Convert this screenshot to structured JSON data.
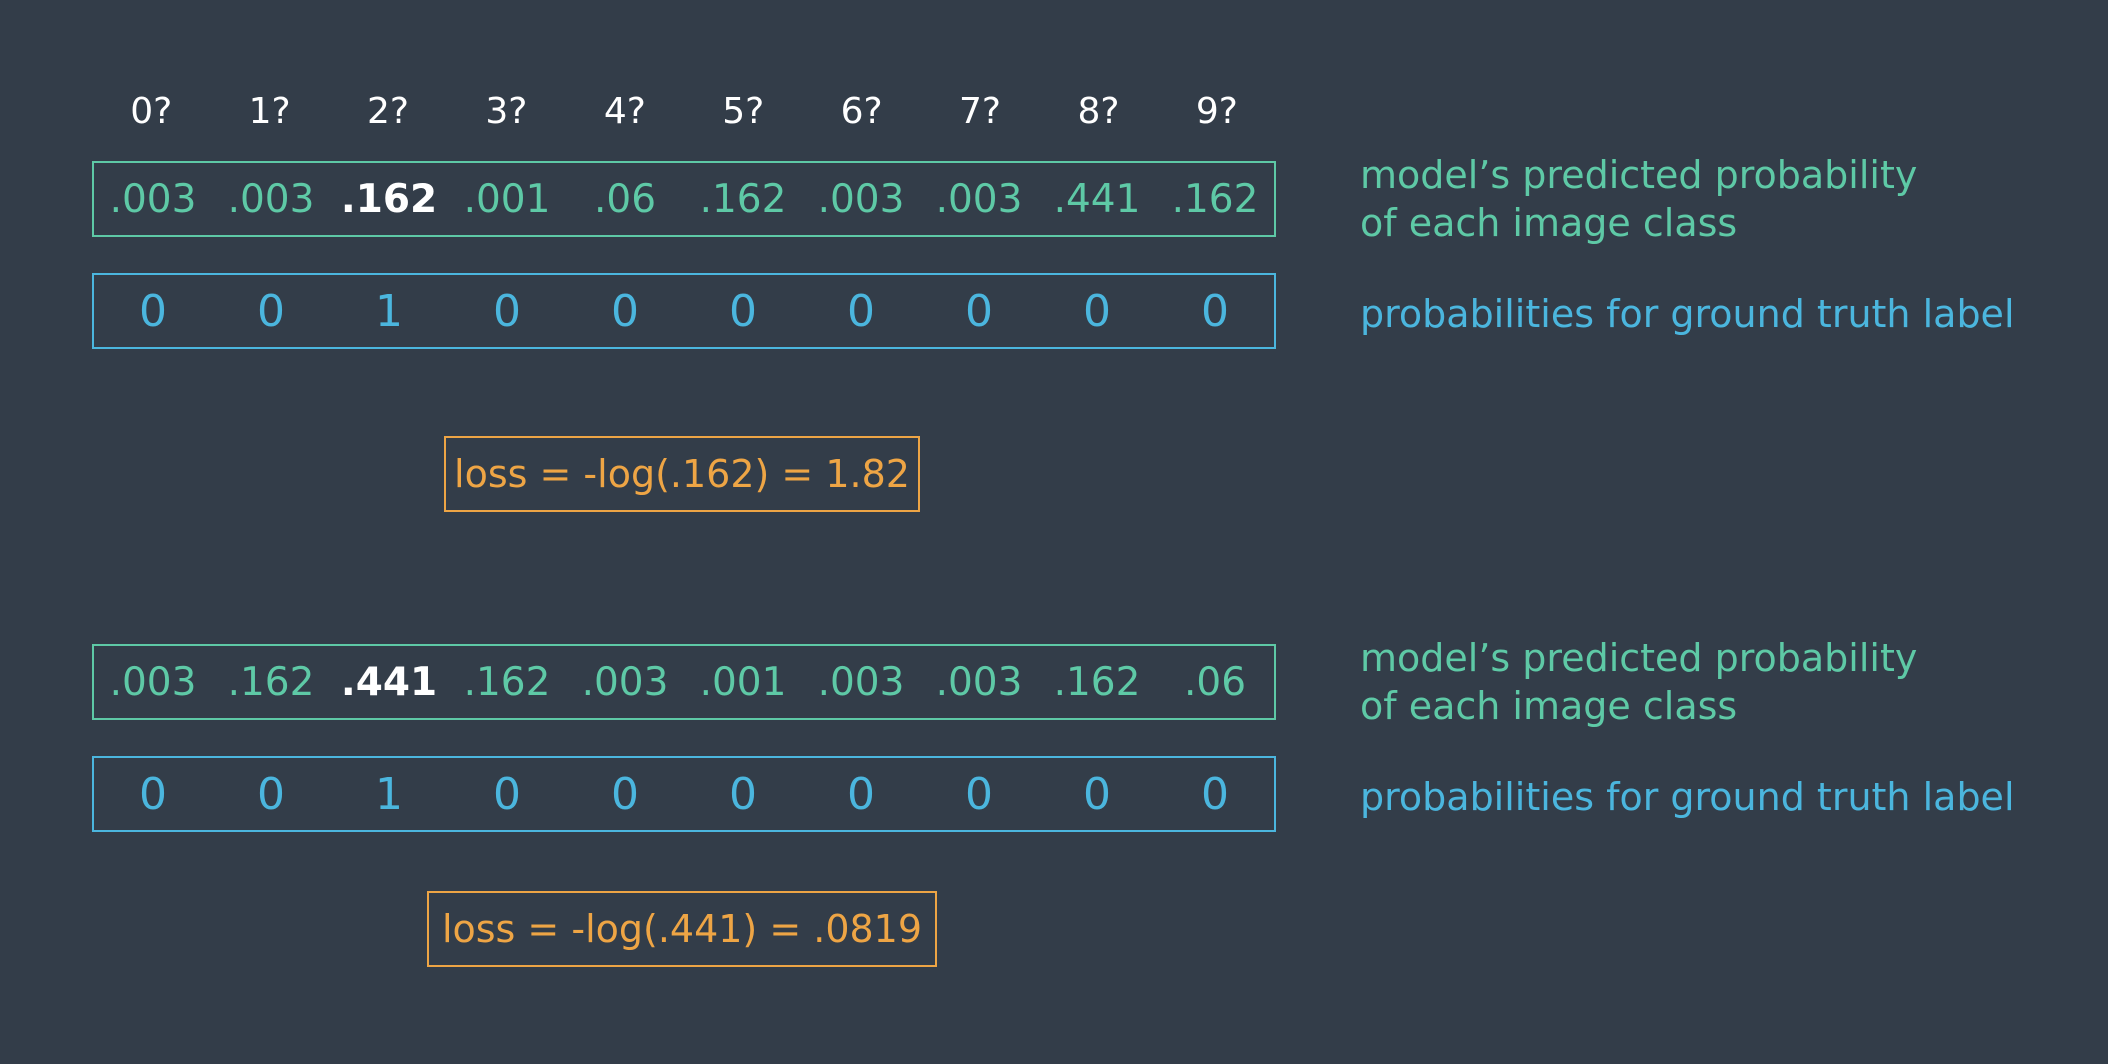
{
  "class_labels": [
    "0?",
    "1?",
    "2?",
    "3?",
    "4?",
    "5?",
    "6?",
    "7?",
    "8?",
    "9?"
  ],
  "example1": {
    "predicted": [
      ".003",
      ".003",
      ".162",
      ".001",
      ".06",
      ".162",
      ".003",
      ".003",
      ".441",
      ".162"
    ],
    "highlight_index": 2,
    "truth": [
      "0",
      "0",
      "1",
      "0",
      "0",
      "0",
      "0",
      "0",
      "0",
      "0"
    ],
    "pred_label_line1": "model’s predicted probability",
    "pred_label_line2": "of each image class",
    "truth_label": "probabilities for ground truth label",
    "loss": "loss = -log(.162) = 1.82"
  },
  "example2": {
    "predicted": [
      ".003",
      ".162",
      ".441",
      ".162",
      ".003",
      ".001",
      ".003",
      ".003",
      ".162",
      ".06"
    ],
    "highlight_index": 2,
    "truth": [
      "0",
      "0",
      "1",
      "0",
      "0",
      "0",
      "0",
      "0",
      "0",
      "0"
    ],
    "pred_label_line1": "model’s predicted probability",
    "pred_label_line2": "of each image class",
    "truth_label": "probabilities for ground truth label",
    "loss": "loss = -log(.441) = .0819"
  },
  "colors": {
    "background": "#333d49",
    "predicted": "#5ec9a6",
    "truth": "#4bb6de",
    "loss": "#eea545",
    "highlight": "#ffffff"
  }
}
